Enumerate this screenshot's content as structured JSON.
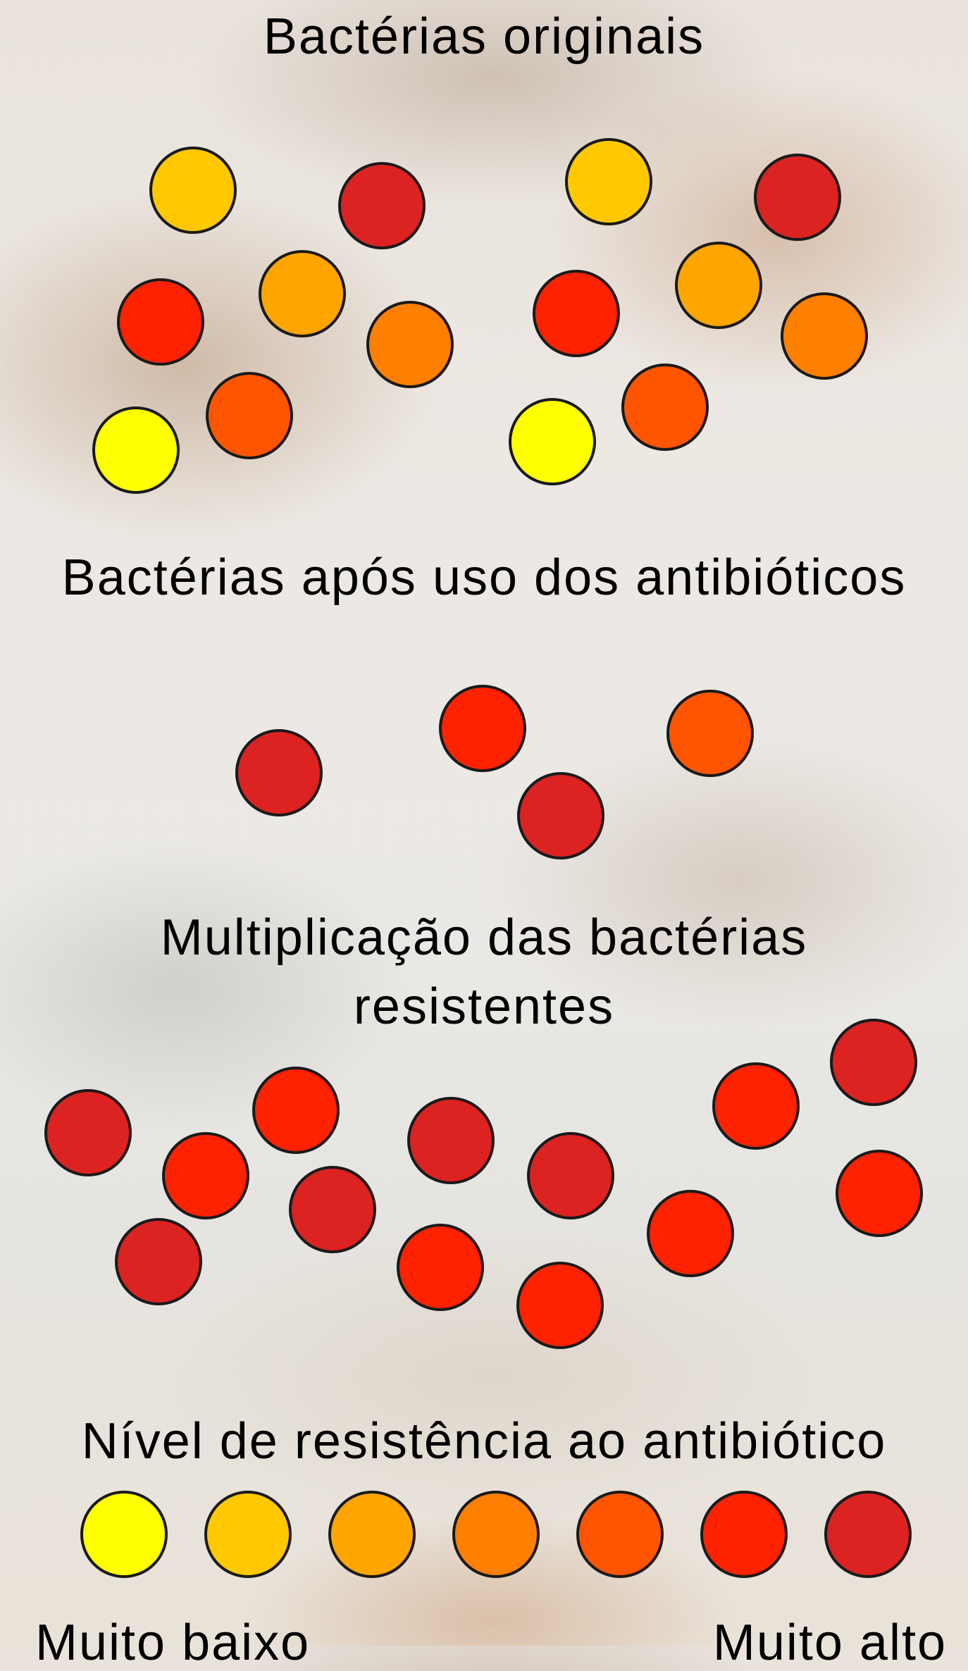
{
  "sections": {
    "original": "Bactérias originais",
    "after_antibiotics": "Bactérias após uso dos antibióticos",
    "multiplication_line1": "Multiplicação das bactérias",
    "multiplication_line2": "resistentes"
  },
  "legend": {
    "title": "Nível de resistência ao antibiótico",
    "low_label": "Muito baixo",
    "high_label": "Muito alto",
    "levels": [
      {
        "level": 1,
        "color": "#ffff00"
      },
      {
        "level": 2,
        "color": "#ffc800"
      },
      {
        "level": 3,
        "color": "#ffa500"
      },
      {
        "level": 4,
        "color": "#ff7f00"
      },
      {
        "level": 5,
        "color": "#ff5500"
      },
      {
        "level": 6,
        "color": "#ff2200"
      },
      {
        "level": 7,
        "color": "#dd2222"
      }
    ]
  }
}
